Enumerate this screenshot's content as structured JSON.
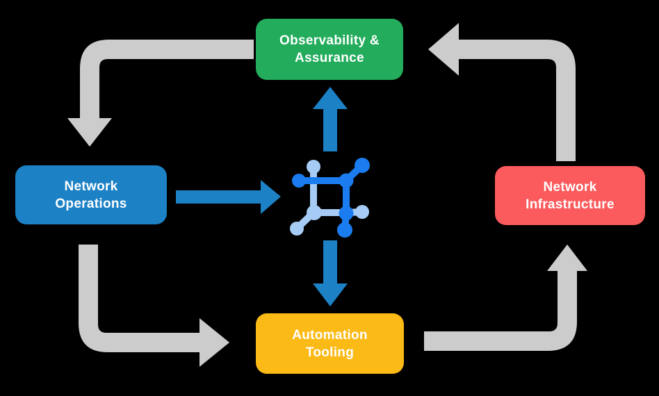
{
  "diagram": {
    "nodes": [
      {
        "id": "observability",
        "label": "Observability &\nAssurance",
        "color": "#22AC5B"
      },
      {
        "id": "operations",
        "label": "Network\nOperations",
        "color": "#1C81C5"
      },
      {
        "id": "infrastructure",
        "label": "Network\nInfrastructure",
        "color": "#FB5B5D"
      },
      {
        "id": "automation",
        "label": "Automation\nTooling",
        "color": "#FBBA16"
      }
    ],
    "center_icon": {
      "name": "network-mesh-icon",
      "color_primary": "#1B7CF0",
      "color_secondary": "#A6CCF6"
    },
    "edges_gray": [
      {
        "from": "observability",
        "to": "operations"
      },
      {
        "from": "infrastructure",
        "to": "observability"
      },
      {
        "from": "operations",
        "to": "automation"
      },
      {
        "from": "automation",
        "to": "infrastructure"
      }
    ],
    "edges_blue": [
      {
        "from": "operations",
        "to": "center"
      },
      {
        "from": "center",
        "to": "observability"
      },
      {
        "from": "center",
        "to": "automation"
      }
    ],
    "colors": {
      "background": "#000000",
      "arrow_gray": "#CCCCCC",
      "arrow_blue": "#1C81C5",
      "icon_dark": "#1B7CF0",
      "icon_light": "#A6CCF6",
      "text": "#FFFFFF"
    }
  }
}
